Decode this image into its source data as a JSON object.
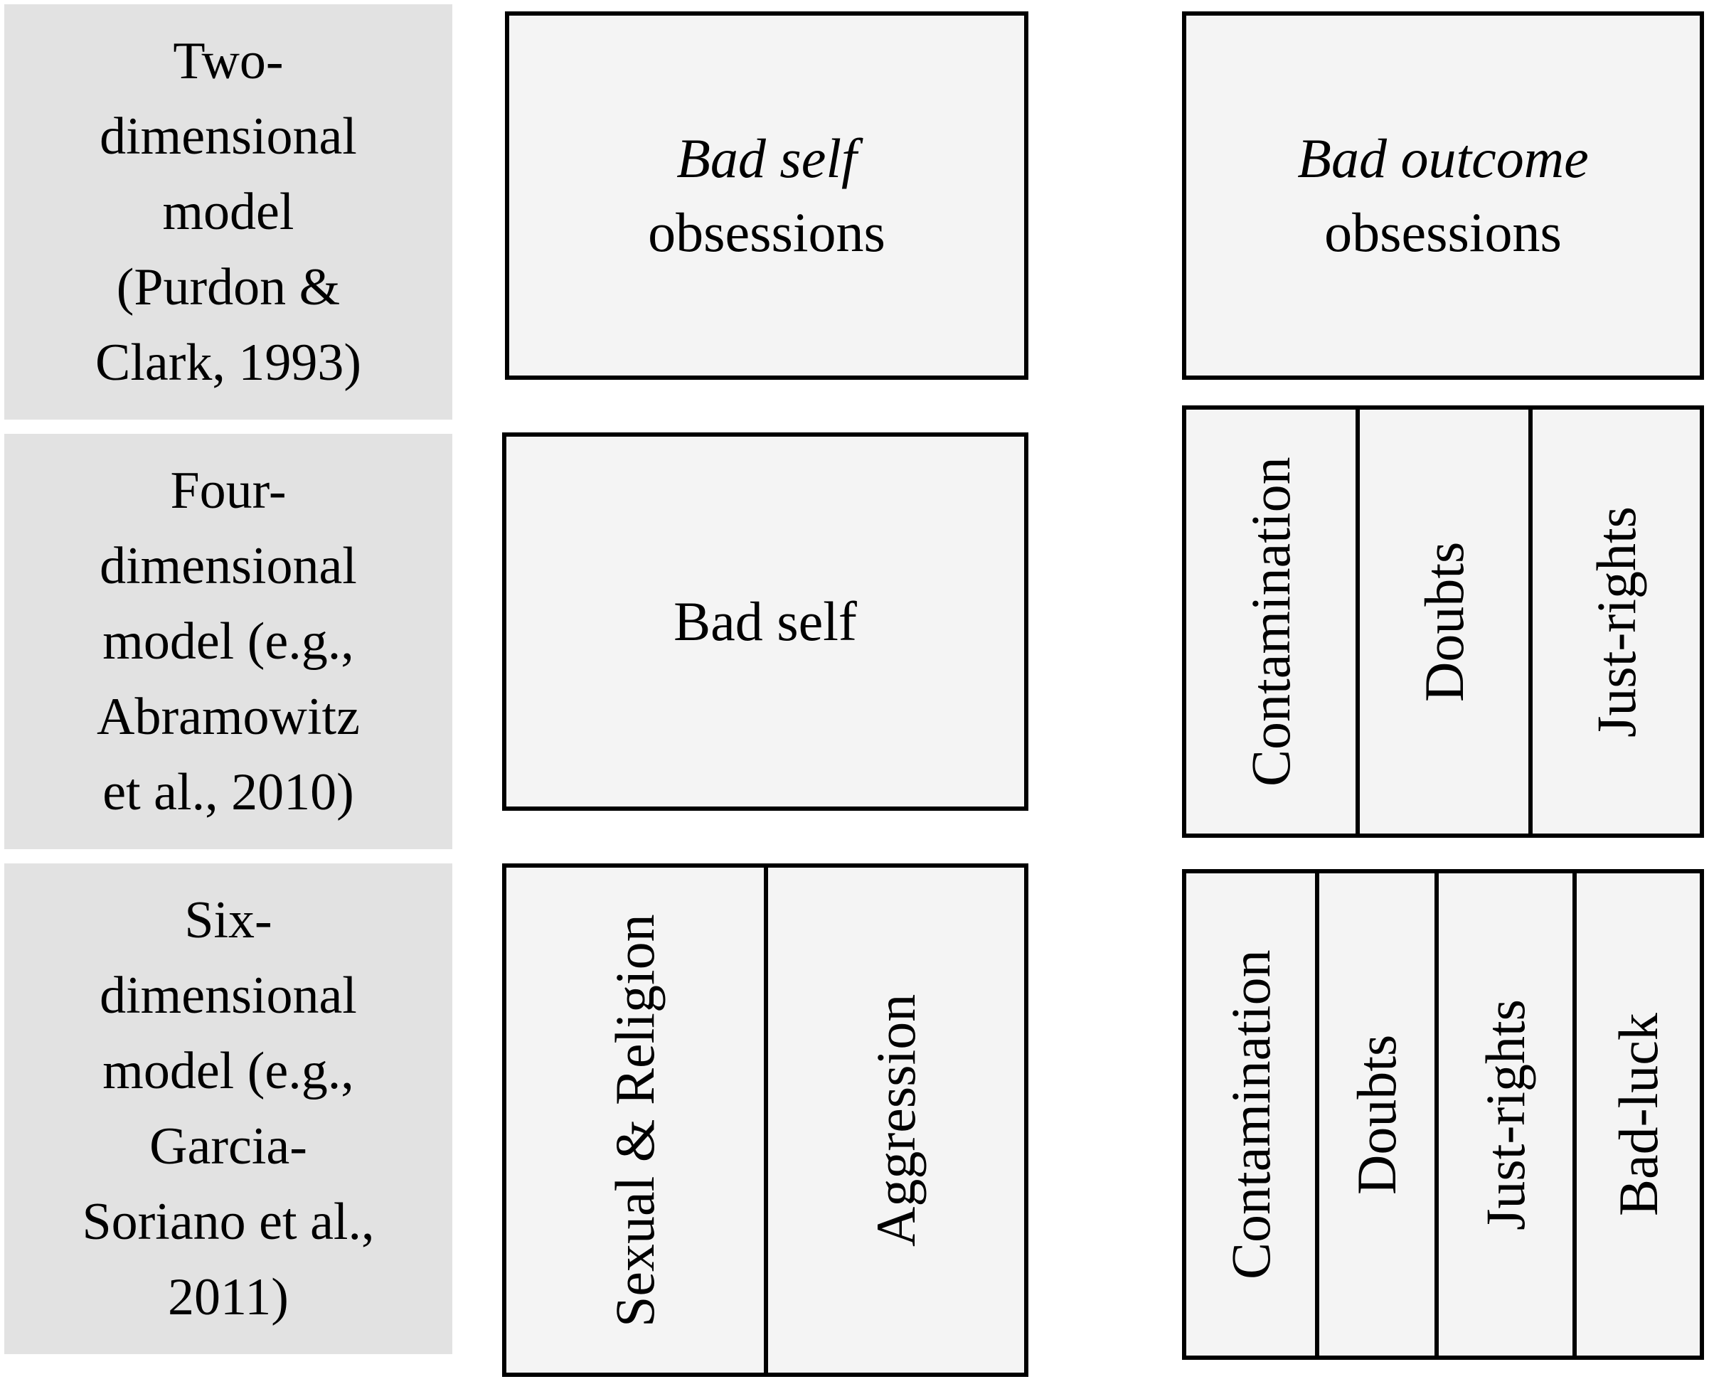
{
  "rows": [
    {
      "label_lines": [
        "Two-",
        "dimensional",
        "model",
        "(Purdon &",
        "Clark, 1993)"
      ],
      "left_box": {
        "italic_line": "Bad self",
        "line": "obsessions"
      },
      "right_box": {
        "italic_line": "Bad outcome",
        "line": "obsessions"
      }
    },
    {
      "label_lines": [
        "Four-",
        "dimensional",
        "model (e.g.,",
        "Abramowitz",
        "et al., 2010)"
      ],
      "left_box": {
        "line": "Bad self"
      },
      "right_cells": [
        "Contamination",
        "Doubts",
        "Just-rights"
      ]
    },
    {
      "label_lines": [
        "Six-",
        "dimensional",
        "model (e.g.,",
        "Garcia-",
        "Soriano et al.,",
        "2011)"
      ],
      "left_cells": [
        "Sexual & Religion",
        "Aggression"
      ],
      "right_cells": [
        "Contamination",
        "Doubts",
        "Just-rights",
        "Bad-luck"
      ]
    }
  ]
}
